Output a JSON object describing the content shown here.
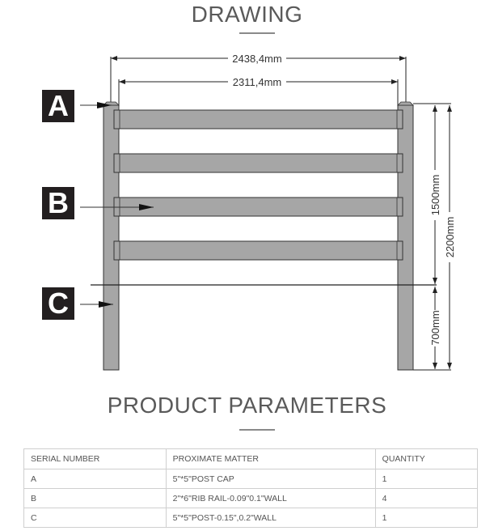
{
  "drawing": {
    "title": "DRAWING",
    "labels": [
      {
        "id": "A",
        "text": "A"
      },
      {
        "id": "B",
        "text": "B"
      },
      {
        "id": "C",
        "text": "C"
      }
    ],
    "dimensions": {
      "overall_width": "2438,4mm",
      "rail_width": "2311,4mm",
      "above_ground_height": "1500mm",
      "total_height": "2200mm",
      "below_ground_depth": "700mm"
    },
    "colors": {
      "post_fill": "#a6a6a6",
      "rail_fill": "#a6a6a6",
      "line": "#222222",
      "label_bg": "#231f20"
    }
  },
  "parameters": {
    "title": "PRODUCT PARAMETERS",
    "headers": [
      "SERIAL NUMBER",
      "PROXIMATE MATTER",
      "QUANTITY"
    ],
    "rows": [
      {
        "serial": "A",
        "matter": "5\"*5\"POST CAP",
        "quantity": "1"
      },
      {
        "serial": "B",
        "matter": "2\"*6\"RIB RAIL-0.09\"0.1\"WALL",
        "quantity": "4"
      },
      {
        "serial": "C",
        "matter": "5\"*5\"POST-0.15\",0.2\"WALL",
        "quantity": "1"
      }
    ]
  }
}
